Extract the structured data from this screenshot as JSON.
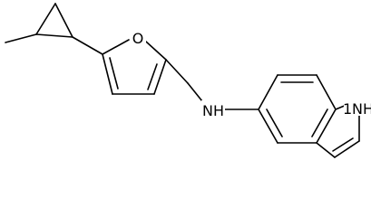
{
  "diagram": {
    "type": "chemical-structure",
    "atom_labels": {
      "furan_oxygen": "O",
      "amine_nitrogen": "NH",
      "indole_nitrogen": "NH",
      "indole_nitrogen_h_count": "1"
    }
  }
}
